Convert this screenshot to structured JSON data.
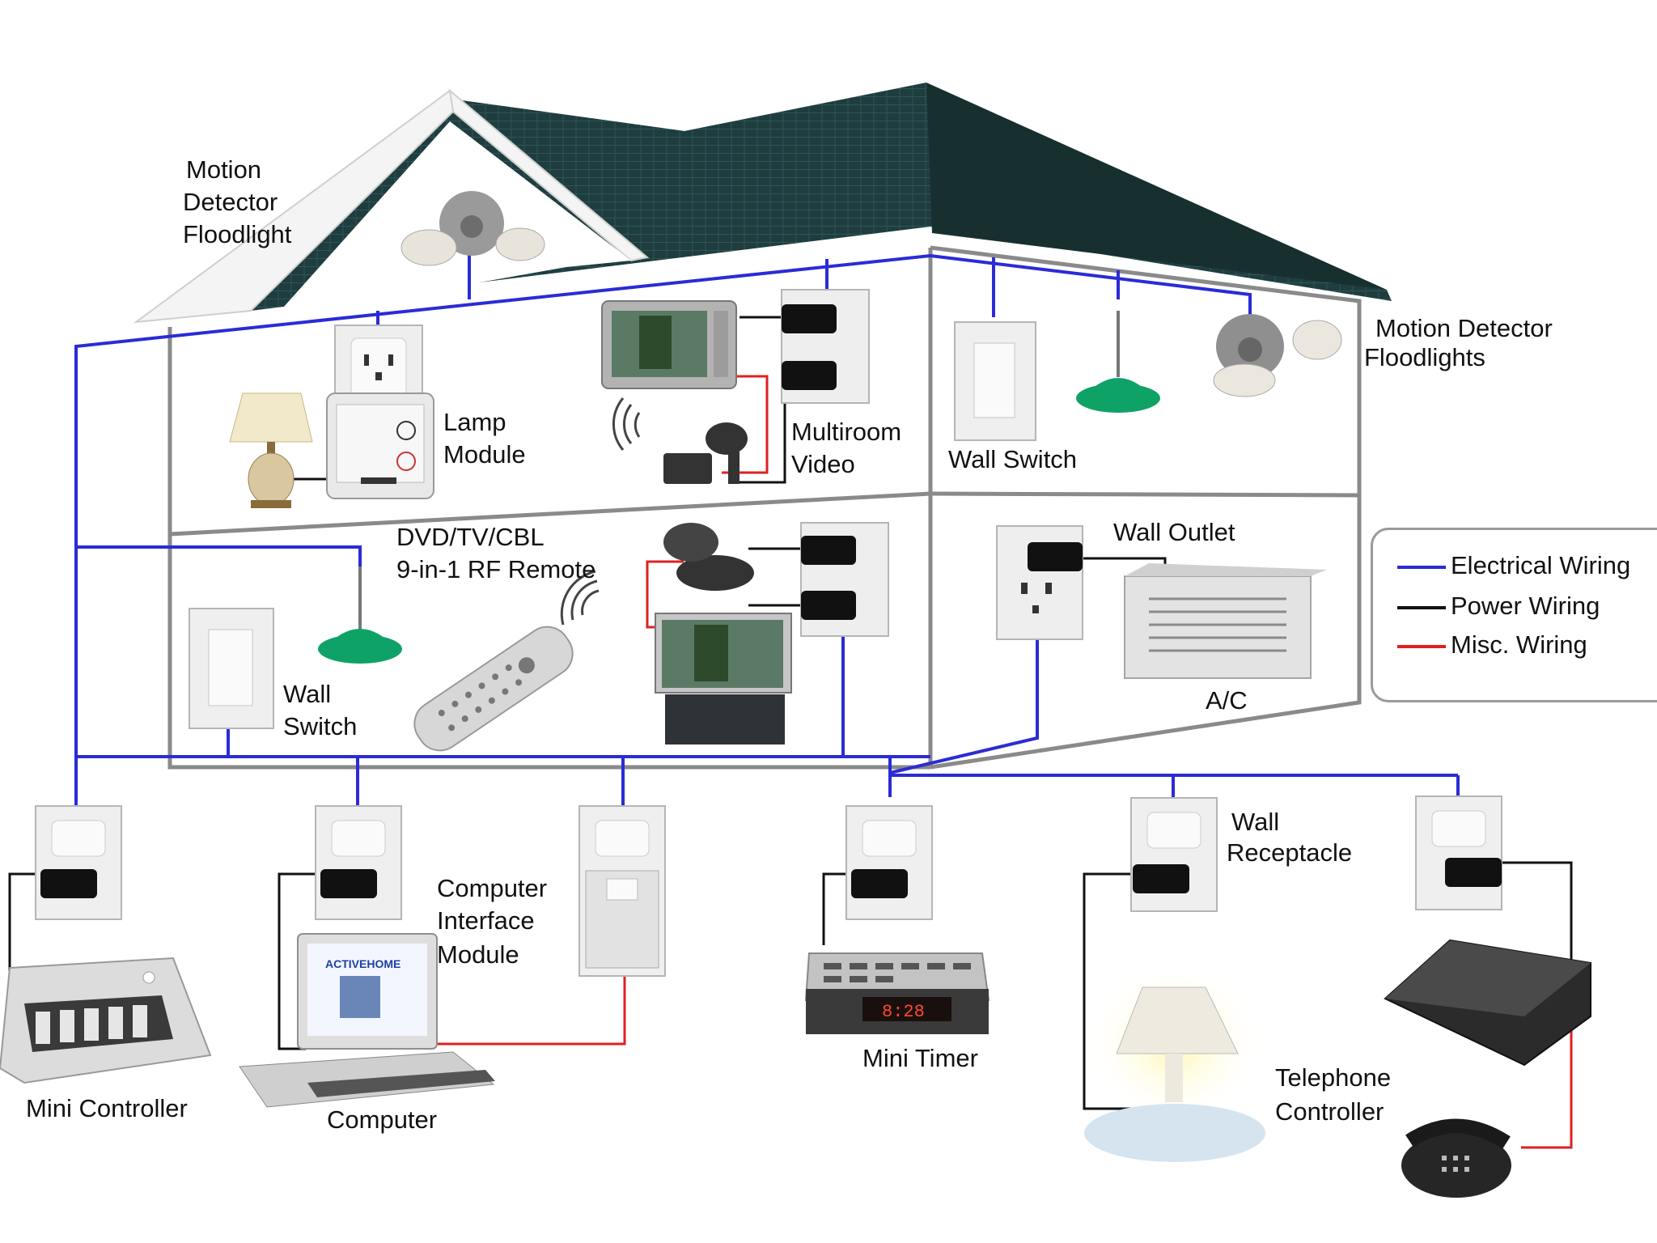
{
  "labels": {
    "motion_floodlight": [
      "Motion",
      "Detector",
      "Floodlight"
    ],
    "motion_floodlights": [
      "Motion Detector",
      "Floodlights"
    ],
    "lamp_module": [
      "Lamp",
      "Module"
    ],
    "multiroom_video": [
      "Multiroom",
      "Video"
    ],
    "wall_switch_upper": "Wall Switch",
    "remote": [
      "DVD/TV/CBL",
      "9-in-1 RF Remote"
    ],
    "wall_outlet": "Wall Outlet",
    "wall_switch_lower": [
      "Wall",
      "Switch"
    ],
    "ac": "A/C",
    "computer_interface": [
      "Computer",
      "Interface",
      "Module"
    ],
    "wall_receptacle": [
      "Wall",
      "Receptacle"
    ],
    "mini_controller": "Mini Controller",
    "computer": "Computer",
    "mini_timer": "Mini Timer",
    "telephone_controller": [
      "Telephone",
      "Controller"
    ],
    "timer_display": "8:28",
    "computer_screen": "ACTIVEHOME"
  },
  "legend": [
    {
      "label": "Electrical Wiring",
      "color": "#2b2bd6"
    },
    {
      "label": "Power Wiring",
      "color": "#111111"
    },
    {
      "label": "Misc. Wiring",
      "color": "#e02020"
    }
  ],
  "colors": {
    "electrical": "#2b2bd6",
    "power": "#111111",
    "misc": "#e02020",
    "roof": "#1e3b3c",
    "wall_line": "#8a8a8a"
  }
}
